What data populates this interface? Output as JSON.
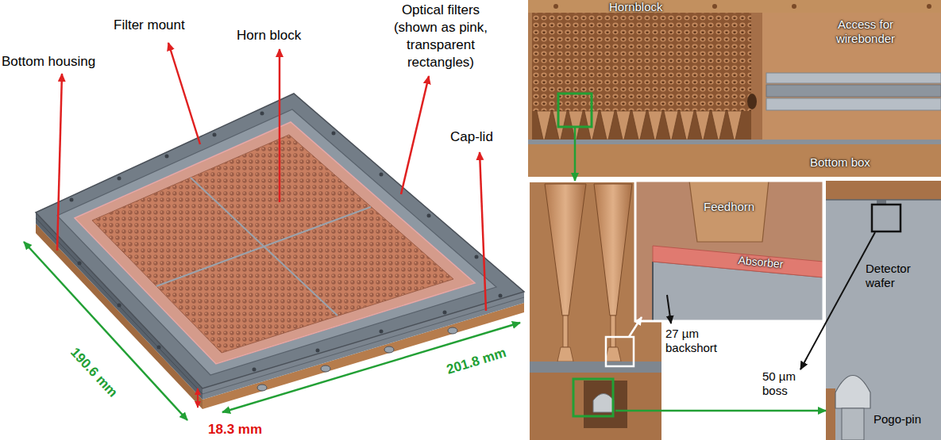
{
  "diagram": {
    "labels": [
      "Filter mount",
      "Horn block",
      "Optical filters (shown as pink, transparent rectangles)",
      "Bottom housing",
      "Cap-lid",
      "190.6 mm",
      "201.8 mm",
      "18.3 mm",
      "Hornblock",
      "Access for wirebonder",
      "Bottom box",
      "Feedhorn",
      "Absorber",
      "27 µm backshort",
      "50 µm boss",
      "Detector wafer",
      "Pogo-pin"
    ]
  }
}
